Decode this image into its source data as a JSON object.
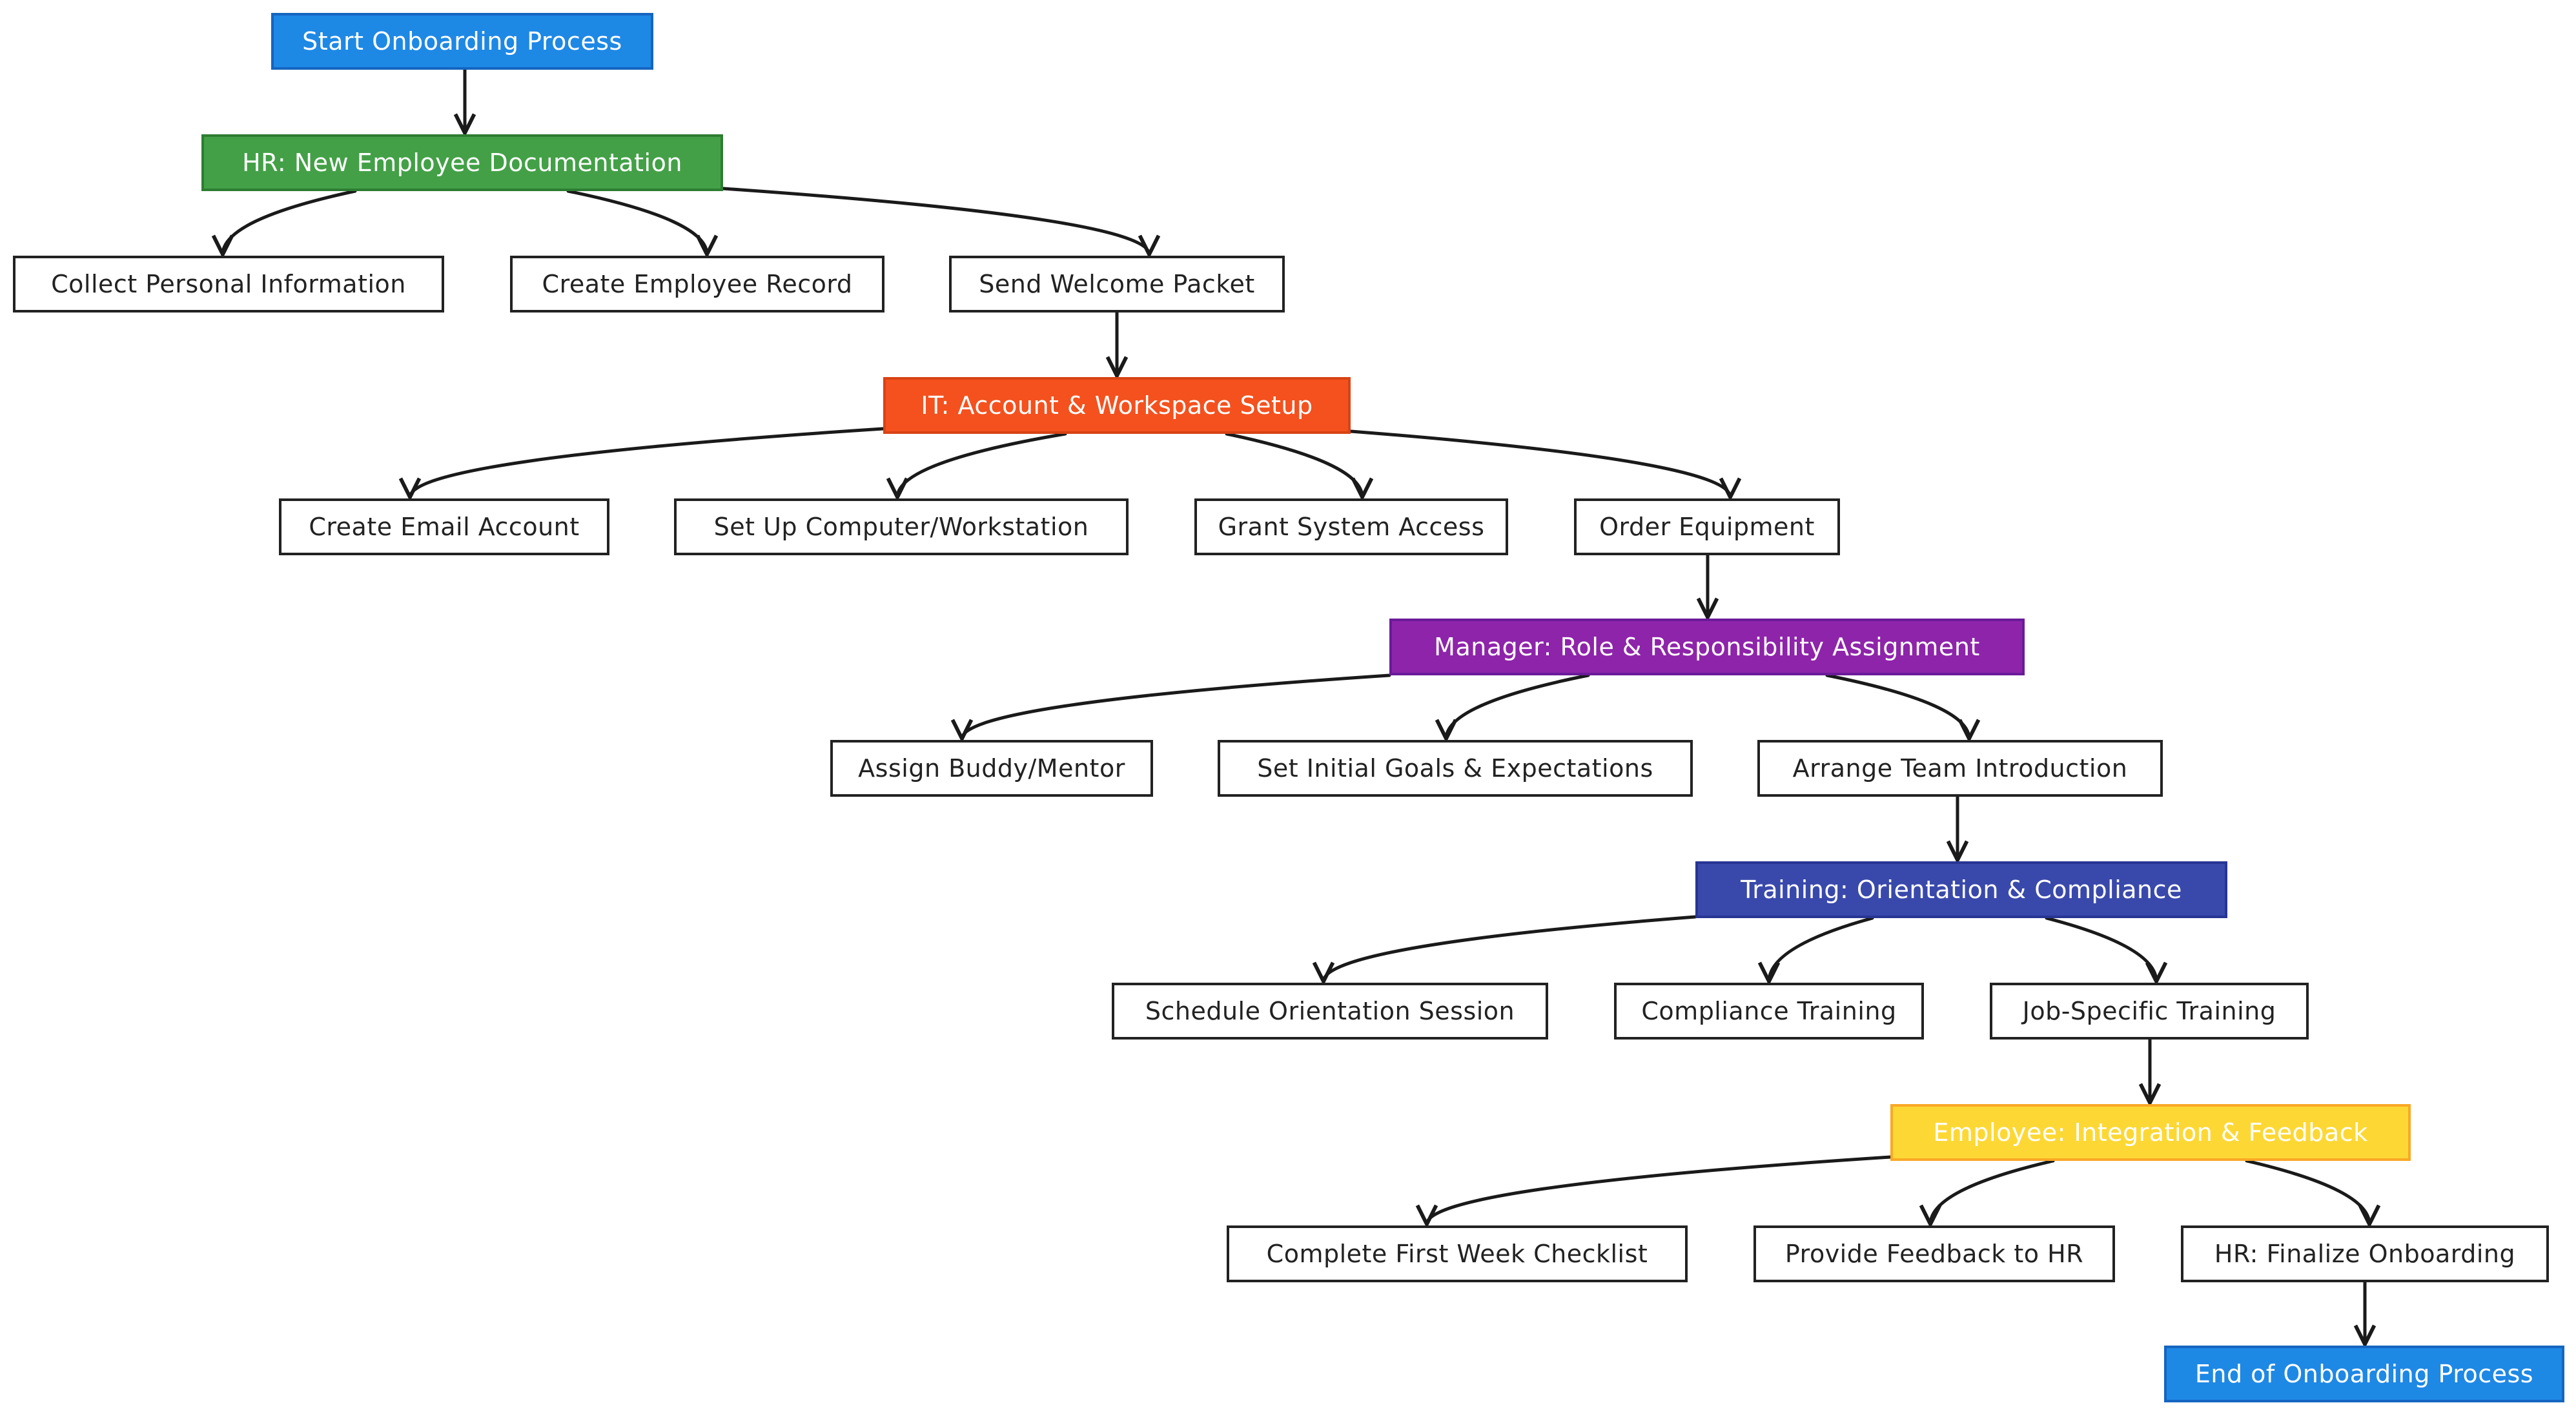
{
  "diagram": {
    "start": "Start Onboarding Process",
    "hr": {
      "title": "HR: New Employee Documentation",
      "tasks": [
        "Collect Personal Information",
        "Create Employee Record",
        "Send Welcome Packet"
      ]
    },
    "it": {
      "title": "IT: Account & Workspace Setup",
      "tasks": [
        "Create Email Account",
        "Set Up Computer/Workstation",
        "Grant System Access",
        "Order Equipment"
      ]
    },
    "manager": {
      "title": "Manager: Role & Responsibility Assignment",
      "tasks": [
        "Assign Buddy/Mentor",
        "Set Initial Goals & Expectations",
        "Arrange Team Introduction"
      ]
    },
    "training": {
      "title": "Training: Orientation & Compliance",
      "tasks": [
        "Schedule Orientation Session",
        "Compliance Training",
        "Job-Specific Training"
      ]
    },
    "employee": {
      "title": "Employee: Integration & Feedback",
      "tasks": [
        "Complete First Week Checklist",
        "Provide Feedback to HR",
        "HR: Finalize Onboarding"
      ]
    },
    "end": "End of Onboarding Process"
  },
  "colors": {
    "start_end": "#1e88e5",
    "hr": "#43a047",
    "it": "#f4511e",
    "manager": "#8e24aa",
    "training": "#3949ab",
    "employee": "#fdd835"
  }
}
